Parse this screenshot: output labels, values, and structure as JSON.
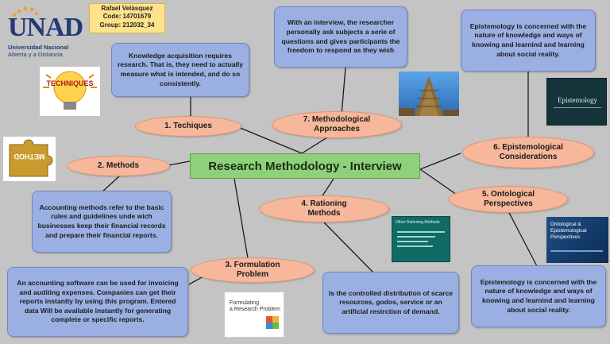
{
  "author": {
    "name": "Rafael Velásquez",
    "code": "Code: 14701679",
    "group": "Group: 212032_34"
  },
  "logo": {
    "letters": "UNAD",
    "line1": "Universidad Nacional",
    "line2": "Abierta y a Distancia",
    "icon": "unad-logo-icon"
  },
  "center_title": "Research Methodology - Interview",
  "nodes": {
    "techniques": "1. Techiques",
    "methods": "2. Methods",
    "formulation": "3. Formulation Problem",
    "rationing": "4. Rationing Methods",
    "ontological": "5. Ontological Perspectives",
    "epistemological": "6. Epistemological Considerations",
    "methodological": "7. Methodological Approaches"
  },
  "notes": {
    "techniques": "Knowledge acquisition requires research. That is, they need to actually measure what is intended, and do so consistently.",
    "methods": "Accounting methods refer to the basic rules and guidelines unde wich businesses keep their financial records and prepare their financial reports.",
    "formulation": "An accounting software can be used for invoicing and auditing expenses. Companies can get their reports instantly by using this program. Entered data Will be available instantly for generating complete or specific reports.",
    "rationing": "Is the controlled distribution of scarce resources, godos, service or an artificial restrction of demand.",
    "ontological": "Epistemology is concerned with the nature of knowledge and ways of knowing and learnind and learning about social reality.",
    "epistemological": "Epistemology is concerned with the nature of knowledge and ways of knowing and learnind and learning about social reality.",
    "methodological": "With an interview, the researcher personally ask subjects a serie of questions and gives participants the freedom to respond as they wish"
  },
  "images": {
    "techniques_img": "TECHNIQUES",
    "method_img": "METHOD",
    "formulating_img_line1": "Formulating",
    "formulating_img_line2": "a Research Problem",
    "epistemology_img": "Epistemology",
    "ontological_img_line1": "Ontological &",
    "ontological_img_line2": "Epistemological",
    "ontological_img_line3": "Perspectives",
    "rationing_img": "Other Rationing Methods"
  },
  "colors": {
    "background": "#c4c4c4",
    "note_fill": "#9bb0e2",
    "node_fill": "#f6b79a",
    "center_fill": "#8ed17a"
  }
}
